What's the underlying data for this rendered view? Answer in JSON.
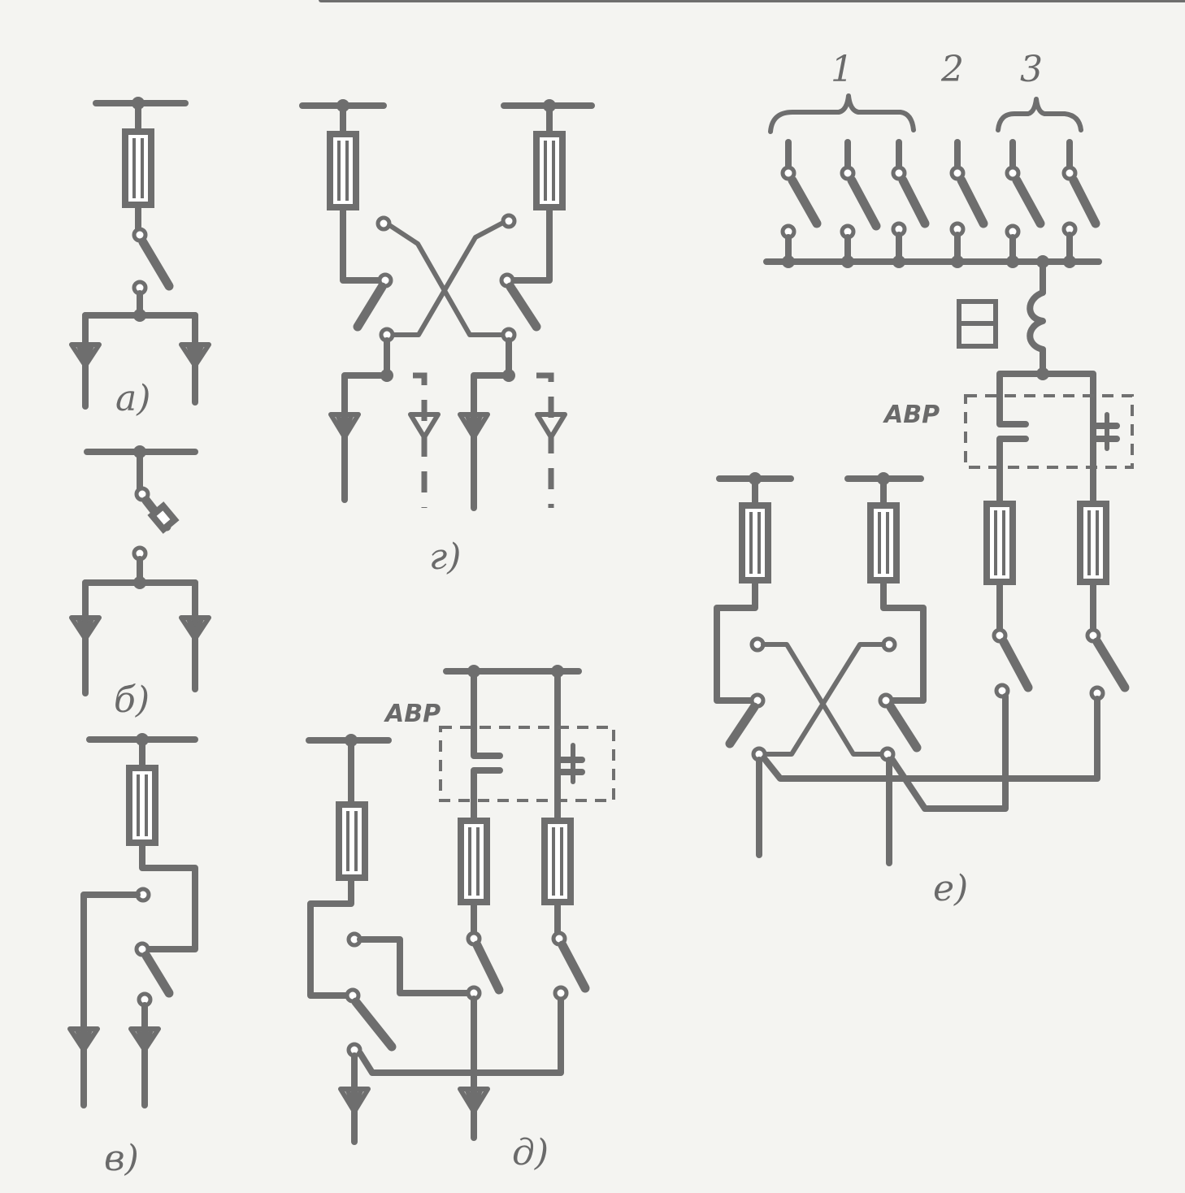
{
  "labels": {
    "a": "а)",
    "b": "б)",
    "v": "в)",
    "g": "г)",
    "d": "д)",
    "e": "е)",
    "avr_d": "АВР",
    "avr_e": "АВР",
    "group1": "1",
    "group2": "2",
    "group3": "3"
  },
  "colors": {
    "background": "#f4f4f1",
    "line": "#6e6e6e"
  }
}
